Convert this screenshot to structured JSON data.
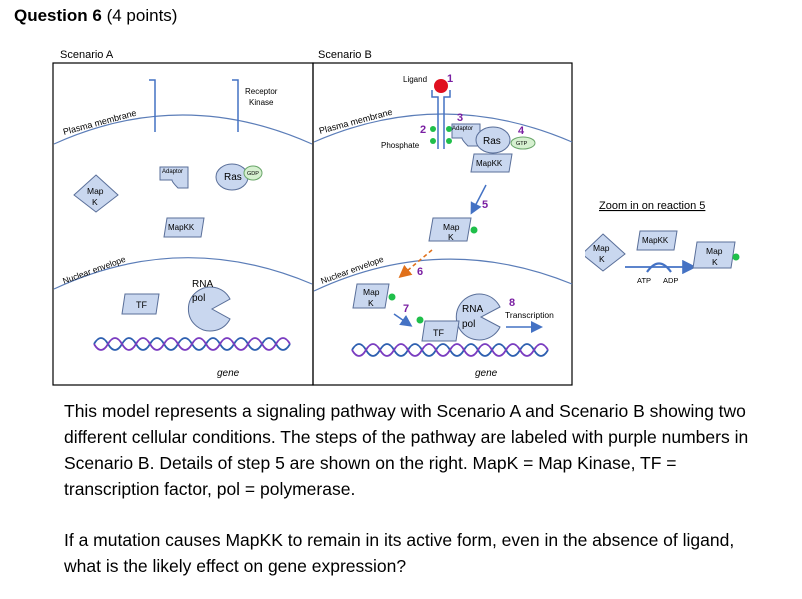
{
  "question": {
    "title": "Question 6",
    "points": "(4 points)"
  },
  "scenario_a": {
    "label": "Scenario A",
    "plasma_membrane": "Plasma membrane",
    "nuclear_envelope": "Nuclear envelope",
    "receptor_kinase": [
      "Receptor",
      "Kinase"
    ],
    "adaptor": "Adaptor",
    "ras": "Ras",
    "gdp": "GDP",
    "mapk": [
      "Map",
      "K"
    ],
    "mapkk": "MapKK",
    "rna_pol": [
      "RNA",
      "pol"
    ],
    "tf": "TF",
    "gene": "gene"
  },
  "scenario_b": {
    "label": "Scenario B",
    "plasma_membrane": "Plasma membrane",
    "nuclear_envelope": "Nuclear envelope",
    "ligand": "Ligand",
    "phosphate": "Phosphate",
    "adaptor": "Adaptor",
    "ras": "Ras",
    "gtp": "GTP",
    "mapkk": "MapKK",
    "mapk": [
      "Map",
      "K"
    ],
    "rna_pol": [
      "RNA",
      "pol"
    ],
    "tf": "TF",
    "transcription": "Transcription",
    "gene": "gene",
    "steps": [
      "1",
      "2",
      "3",
      "4",
      "5",
      "6",
      "7",
      "8"
    ]
  },
  "zoom": {
    "title": "Zoom in on reaction 5",
    "mapk_left": [
      "Map",
      "K"
    ],
    "mapkk": "MapKK",
    "mapk_right": [
      "Map",
      "K"
    ],
    "atp": "ATP",
    "adp": "ADP"
  },
  "paragraphs": {
    "p1": "This model represents a signaling pathway with Scenario A and Scenario B showing two different cellular conditions. The steps of the pathway are labeled with purple numbers in Scenario B. Details of step 5 are shown on the right. MapK = Map Kinase, TF = transcription factor, pol = polymerase.",
    "p2": "If a mutation causes MapKK to remain in its active form, even in the absence of ligand, what is the likely effect on gene expression?"
  },
  "colors": {
    "shape_fill": "#c9d7ef",
    "shape_stroke": "#5a6f99",
    "step_purple": "#7a1fa2",
    "phosphate_green": "#1fbf4a",
    "ligand_red": "#e01020",
    "arrow_blue": "#4472c4",
    "arrow_orange": "#e0701a",
    "membrane": "#5b7db8",
    "gdp_fill": "#d6f0d0"
  }
}
